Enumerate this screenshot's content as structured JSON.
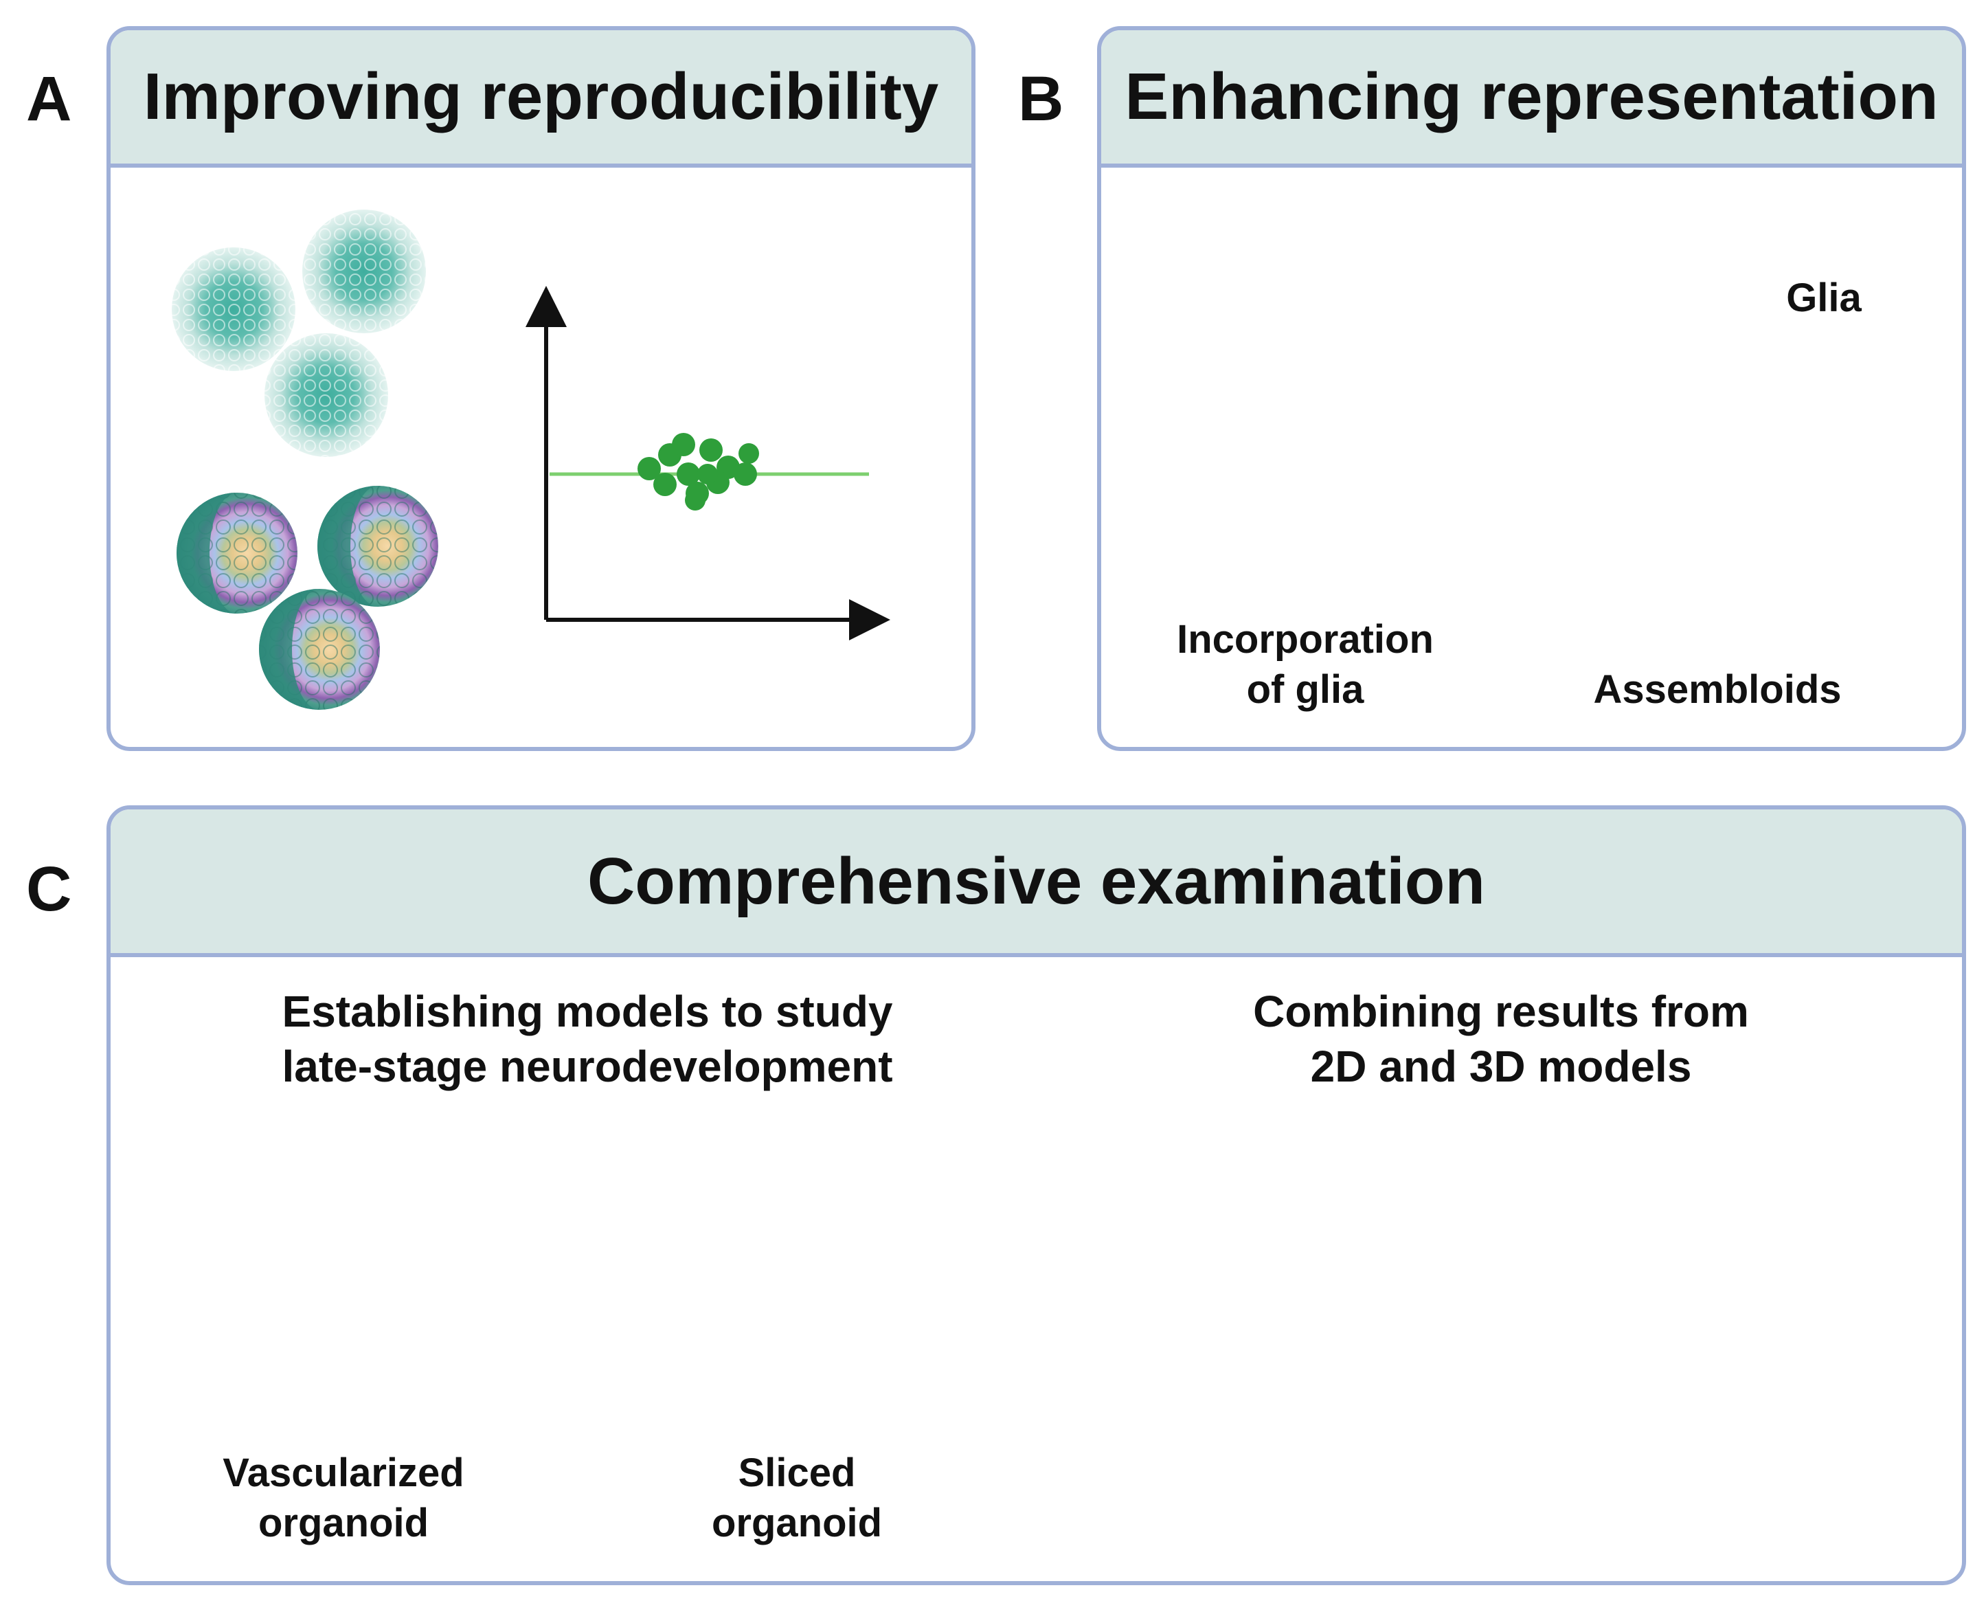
{
  "panels": {
    "a": {
      "letter": "A",
      "title": "Improving reproducibility"
    },
    "b": {
      "letter": "B",
      "title": "Enhancing representation",
      "glia_label": "Glia",
      "incorporation_label_line1": "Incorporation",
      "incorporation_label_line2": "of glia",
      "assembloids_label": "Assembloids"
    },
    "c": {
      "letter": "C",
      "title": "Comprehensive examination",
      "left_heading_line1": "Establishing models to study",
      "left_heading_line2": "late-stage neurodevelopment",
      "right_heading_line1": "Combining results from",
      "right_heading_line2": "2D and 3D models",
      "vascularized_line1": "Vascularized",
      "vascularized_line2": "organoid",
      "sliced_line1": "Sliced",
      "sliced_line2": "organoid"
    }
  },
  "colors": {
    "border": "#9fb0d8",
    "header": "#d8e7e5",
    "teal": "#3fa89a",
    "green_dots": "#2e9e3a",
    "plus": "#9b1b1b"
  }
}
